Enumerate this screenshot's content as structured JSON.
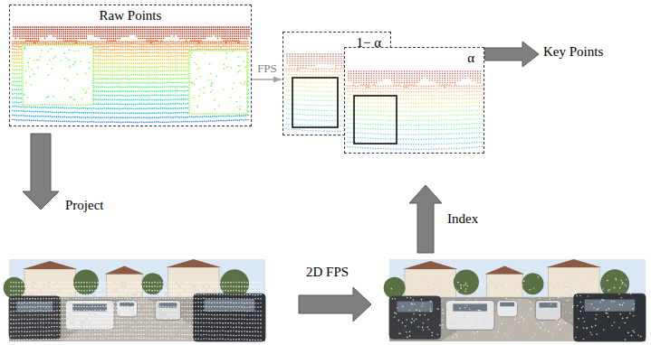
{
  "diagram": {
    "nodes": [
      {
        "text": [
          "Raw Points"
        ]
      },
      {
        "text": [
          "1− α"
        ]
      },
      {
        "text": [
          "α"
        ]
      },
      {
        "text": [
          "Key Points"
        ]
      }
    ],
    "edges": [
      {
        "from": 0,
        "to": 1,
        "arrow": "to",
        "label": "FPS"
      },
      {
        "from": 2,
        "to": 3,
        "arrow": "to"
      }
    ],
    "labels": [
      "Project",
      "2D FPS",
      "Index"
    ]
  }
}
